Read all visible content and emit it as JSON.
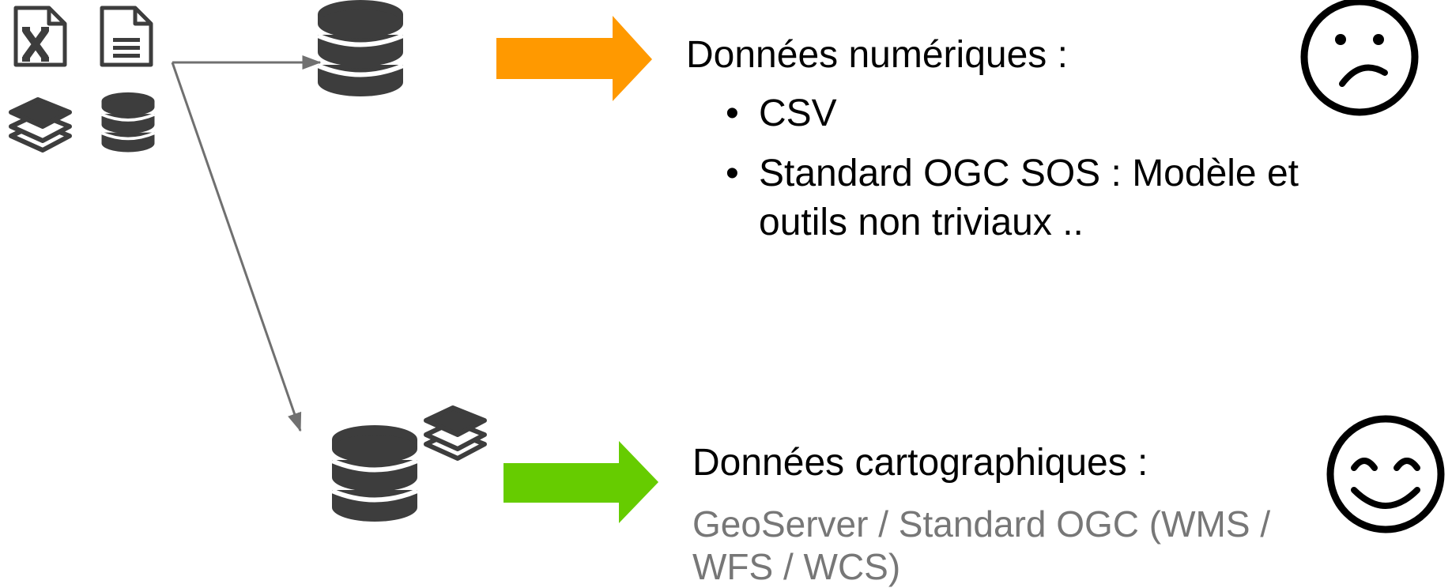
{
  "colors": {
    "icon": "#3d3d3d",
    "connector": "#707070",
    "arrow_top": "#ff9900",
    "arrow_bottom": "#66cc00",
    "text": "#000000",
    "subtext": "#777777"
  },
  "sources": {
    "icons": [
      "spreadsheet-file-icon",
      "text-document-icon",
      "layers-icon",
      "database-icon"
    ]
  },
  "top_branch": {
    "store_icon": "database-icon",
    "title": "Données numériques :",
    "bullets": [
      "CSV",
      "Standard OGC SOS : Modèle et outils non triviaux .."
    ],
    "mood": "sad-face-icon"
  },
  "bottom_branch": {
    "store_icons": [
      "database-icon",
      "layers-icon"
    ],
    "title": "Données cartographiques :",
    "subtitle": "GeoServer / Standard OGC (WMS / WFS / WCS)",
    "mood": "happy-face-icon"
  }
}
